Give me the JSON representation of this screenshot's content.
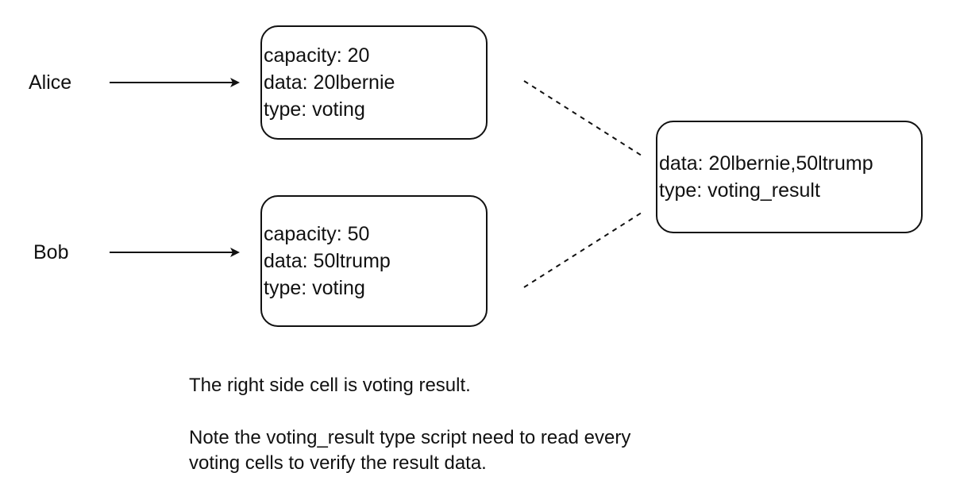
{
  "actors": [
    {
      "id": "alice",
      "label": "Alice"
    },
    {
      "id": "bob",
      "label": "Bob"
    }
  ],
  "cells": [
    {
      "id": "alice-cell",
      "lines": [
        "capacity: 20",
        "data: 20lbernie",
        "type: voting"
      ]
    },
    {
      "id": "bob-cell",
      "lines": [
        "capacity: 50",
        "data: 50ltrump",
        "type: voting"
      ]
    },
    {
      "id": "result-cell",
      "lines": [
        "data: 20lbernie,50ltrump",
        "type: voting_result"
      ]
    }
  ],
  "notes": {
    "line1": "The right side cell is voting result.",
    "line2": "Note the voting_result type script need to read every",
    "line3": "voting cells to verify the result data."
  }
}
